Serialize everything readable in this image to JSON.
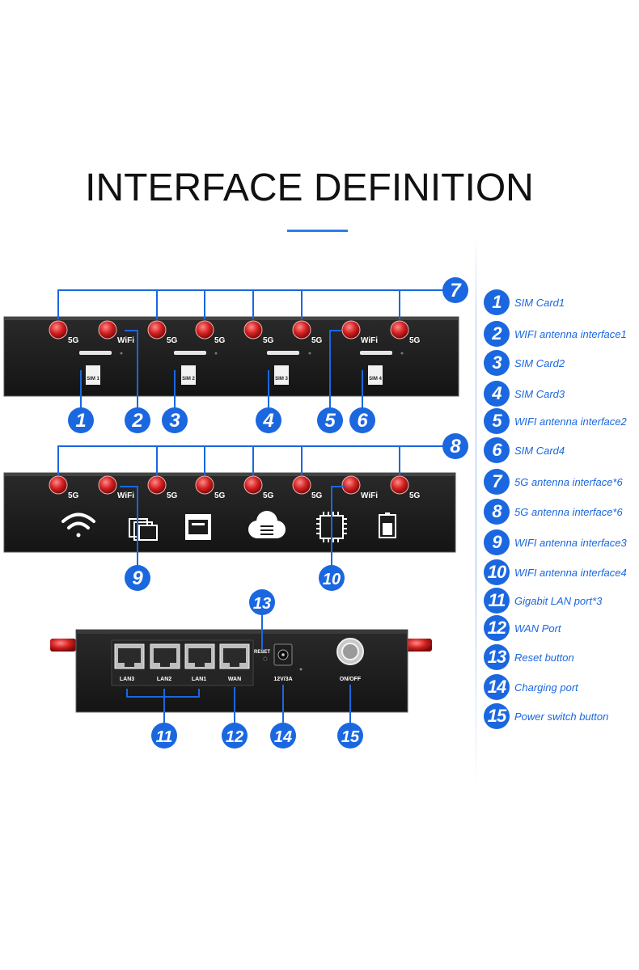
{
  "title": "INTERFACE DEFINITION",
  "colors": {
    "accent": "#1a67e0",
    "device": "#1b1b1b",
    "antenna": "#d32020"
  },
  "front_panel": {
    "antenna_labels": [
      "5G",
      "WiFi",
      "5G",
      "5G",
      "5G",
      "5G",
      "WiFi",
      "5G"
    ],
    "sim_labels": [
      "SIM 1",
      "SIM 2",
      "SIM 3",
      "SIM 4"
    ]
  },
  "bottom_panel": {
    "port_labels": [
      "LAN3",
      "LAN2",
      "LAN1",
      "WAN"
    ],
    "reset_label": "RESET",
    "power_label": "12V/3A",
    "switch_label": "ON/OFF"
  },
  "callouts": [
    "1",
    "2",
    "3",
    "4",
    "5",
    "6",
    "7",
    "8",
    "9",
    "10",
    "11",
    "12",
    "13",
    "14",
    "15"
  ],
  "legend": [
    {
      "num": "1",
      "text": "SIM Card1"
    },
    {
      "num": "2",
      "text": "WIFI antenna interface1"
    },
    {
      "num": "3",
      "text": "SIM Card2"
    },
    {
      "num": "4",
      "text": "SIM Card3"
    },
    {
      "num": "5",
      "text": "WIFI antenna interface2"
    },
    {
      "num": "6",
      "text": "SIM Card4"
    },
    {
      "num": "7",
      "text": "5G antenna interface*6"
    },
    {
      "num": "8",
      "text": "5G antenna interface*6"
    },
    {
      "num": "9",
      "text": "WIFI antenna interface3"
    },
    {
      "num": "10",
      "text": "WIFI antenna interface4"
    },
    {
      "num": "11",
      "text": "Gigabit LAN port*3"
    },
    {
      "num": "12",
      "text": "WAN Port"
    },
    {
      "num": "13",
      "text": "Reset button"
    },
    {
      "num": "14",
      "text": "Charging port"
    },
    {
      "num": "15",
      "text": "Power switch button"
    }
  ]
}
